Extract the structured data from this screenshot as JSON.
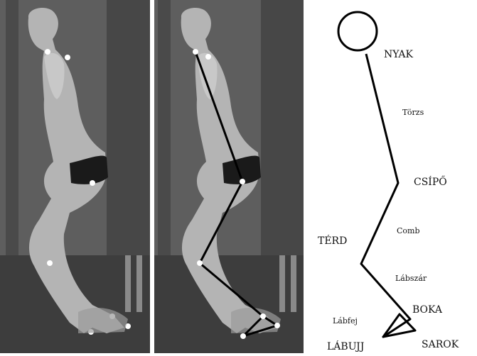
{
  "figure": {
    "left_panel": "photo of subject in squat position with reflective markers",
    "right_panel": "same photo with overlaid stick model",
    "labels": {
      "neck": "NYAK",
      "trunk": "Törzs",
      "hip": "CSÍPŐ",
      "thigh": "Comb",
      "knee": "TÉRD",
      "shank": "Lábszár",
      "ankle": "BOKA",
      "foot": "Lábfej",
      "toe": "LÁBUJJ",
      "heel": "SAROK"
    },
    "colors": {
      "photo_bg": "#6f6f6f",
      "skin": "#b9b9b9",
      "marker": "#ffffff",
      "line": "#000000"
    }
  }
}
